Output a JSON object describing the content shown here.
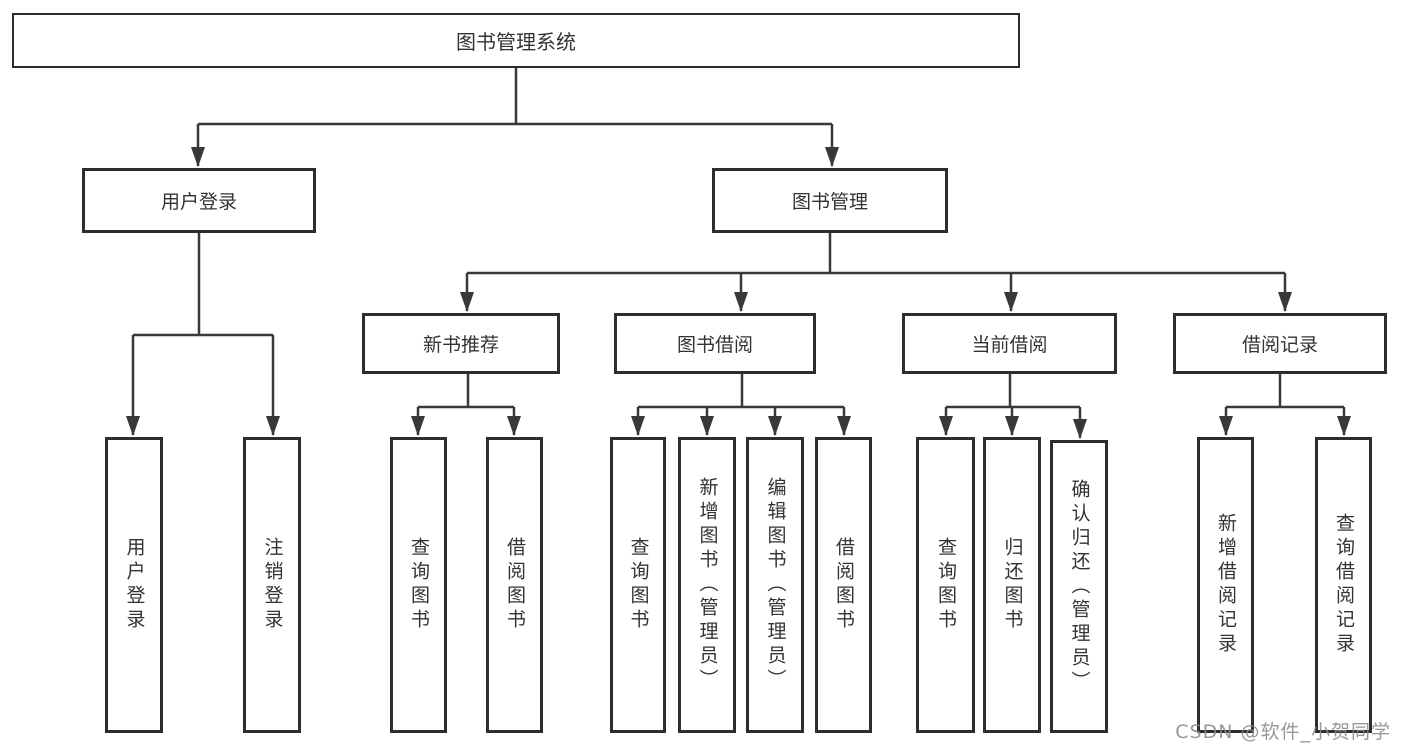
{
  "diagram": {
    "type": "hierarchy",
    "colors": {
      "background": "#ffffff",
      "line": "#383838",
      "box_border": "#2d2d2d",
      "text": "#333333",
      "watermark": "#8a8a8a"
    }
  },
  "tree": {
    "label": "图书管理系统",
    "children": [
      {
        "label": "用户登录",
        "children": [
          {
            "label": "用户登录"
          },
          {
            "label": "注销登录"
          }
        ]
      },
      {
        "label": "图书管理",
        "children": [
          {
            "label": "新书推荐",
            "children": [
              {
                "label": "查询图书"
              },
              {
                "label": "借阅图书"
              }
            ]
          },
          {
            "label": "图书借阅",
            "children": [
              {
                "label": "查询图书"
              },
              {
                "label": "新增图书（管理员）"
              },
              {
                "label": "编辑图书（管理员）"
              },
              {
                "label": "借阅图书"
              }
            ]
          },
          {
            "label": "当前借阅",
            "children": [
              {
                "label": "查询图书"
              },
              {
                "label": "归还图书"
              },
              {
                "label": "确认归还（管理员）"
              }
            ]
          },
          {
            "label": "借阅记录",
            "children": [
              {
                "label": "新增借阅记录"
              },
              {
                "label": "查询借阅记录"
              }
            ]
          }
        ]
      }
    ]
  },
  "watermark": "CSDN @软件_小贺同学"
}
